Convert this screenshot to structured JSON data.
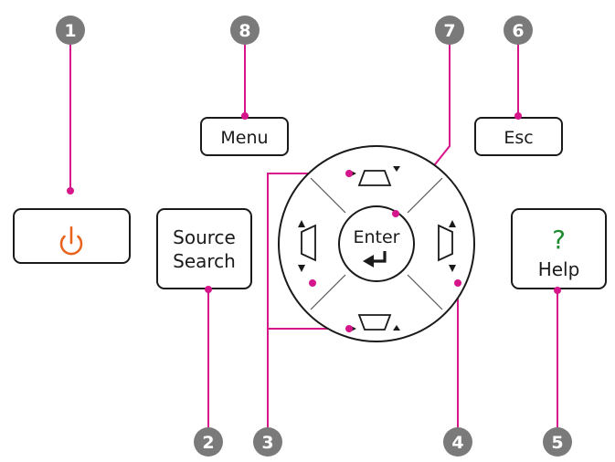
{
  "buttons": {
    "power": {
      "icon": "power-icon",
      "icon_color": "#e8641e"
    },
    "source_search": {
      "line1": "Source",
      "line2": "Search"
    },
    "menu": {
      "label": "Menu"
    },
    "esc": {
      "label": "Esc"
    },
    "enter": {
      "label": "Enter",
      "icon": "return-arrow-icon"
    },
    "help": {
      "symbol": "?",
      "symbol_color": "#1e8c2e",
      "label": "Help"
    },
    "keystone_up": {
      "icon": "keystone-up-icon"
    },
    "keystone_down": {
      "icon": "keystone-down-icon"
    },
    "keystone_left": {
      "icon": "keystone-left-icon"
    },
    "keystone_right": {
      "icon": "keystone-right-icon"
    }
  },
  "callouts": [
    {
      "id": "callout-1",
      "number": "1"
    },
    {
      "id": "callout-2",
      "number": "2"
    },
    {
      "id": "callout-3",
      "number": "3"
    },
    {
      "id": "callout-4",
      "number": "4"
    },
    {
      "id": "callout-5",
      "number": "5"
    },
    {
      "id": "callout-6",
      "number": "6"
    },
    {
      "id": "callout-7",
      "number": "7"
    },
    {
      "id": "callout-8",
      "number": "8"
    }
  ],
  "colors": {
    "leader_line": "#d6158a",
    "callout_circle": "#7a7a7a",
    "button_border": "#1a1a1a"
  }
}
